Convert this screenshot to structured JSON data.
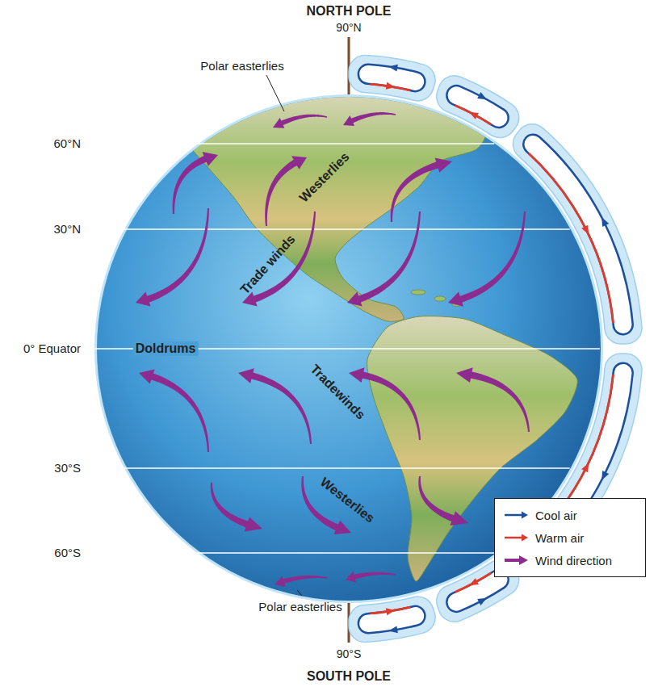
{
  "diagram": {
    "labels": [
      "NORTH POLE",
      "90°N",
      "Polar easterlies",
      "60°N",
      "Westerlies",
      "30°N",
      "Trade winds",
      "0° Equator",
      "Doldrums",
      "Tradewinds",
      "30°S",
      "Westerlies",
      "60°S",
      "Polar easterlies",
      "90°S",
      "SOUTH POLE"
    ],
    "legend": [
      {
        "text": "Cool air",
        "color": "#1c4f9c"
      },
      {
        "text": "Warm air",
        "color": "#e03a2a"
      },
      {
        "text": "Wind direction",
        "color": "#8e2b8f"
      }
    ]
  }
}
